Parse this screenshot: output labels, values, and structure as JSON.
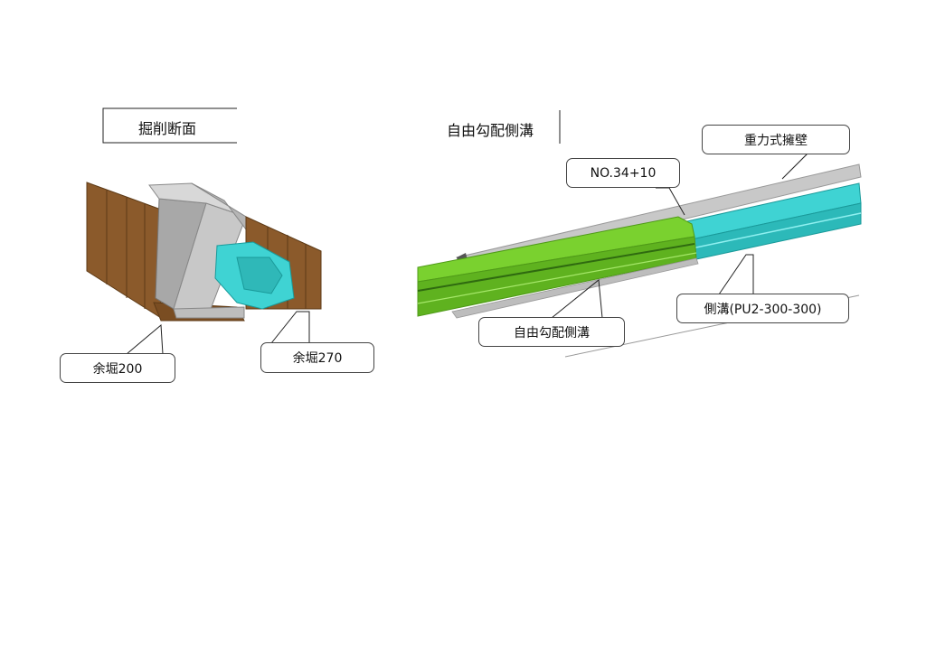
{
  "left_panel": {
    "title": "掘削断面",
    "callouts": {
      "overcut_200": "余堀200",
      "overcut_270": "余堀270"
    }
  },
  "right_panel": {
    "title": "自由勾配側溝",
    "callouts": {
      "gravity_wall": "重力式擁壁",
      "station": "NO.34+10",
      "free_gradient_gutter": "自由勾配側溝",
      "side_gutter": "側溝(PU2-300-300)"
    }
  },
  "colors": {
    "soil": "#8b5a2b",
    "concrete": "#bdbdbd",
    "gutter_cyan": "#3fd3d3",
    "gutter_green": "#7ad12f"
  }
}
